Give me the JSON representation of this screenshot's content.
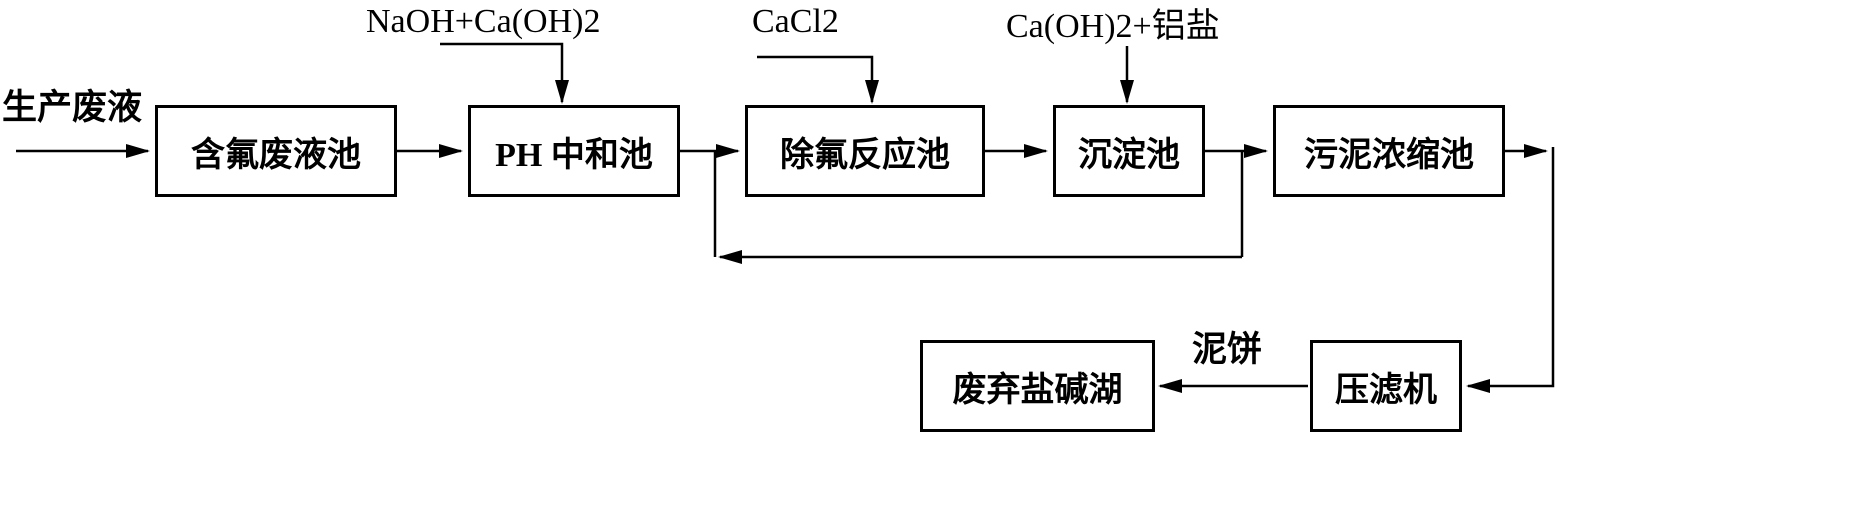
{
  "diagram": {
    "source": {
      "label": "生产废液"
    },
    "feeds": [
      {
        "name": "naoh-caoh2-feed",
        "label": "NaOH+Ca(OH)2"
      },
      {
        "name": "cacl2-feed",
        "label": "CaCl2"
      },
      {
        "name": "caoh2-aluminum-salt-feed",
        "label": "Ca(OH)2+铝盐"
      }
    ],
    "nodes": [
      {
        "name": "fluoride-waste-pool",
        "label": "含氟废液池"
      },
      {
        "name": "ph-neutralization-pool",
        "label": "PH 中和池"
      },
      {
        "name": "defluorination-reaction-pool",
        "label": "除氟反应池"
      },
      {
        "name": "sedimentation-pool",
        "label": "沉淀池"
      },
      {
        "name": "sludge-thickening-pool",
        "label": "污泥浓缩池"
      },
      {
        "name": "abandoned-saline-lake",
        "label": "废弃盐碱湖"
      },
      {
        "name": "filter-press",
        "label": "压滤机"
      }
    ],
    "edge_labels": {
      "mud_cake": "泥饼"
    },
    "colors": {
      "line": "#000000",
      "box_border": "#000000",
      "background": "#ffffff",
      "text": "#000000"
    }
  }
}
